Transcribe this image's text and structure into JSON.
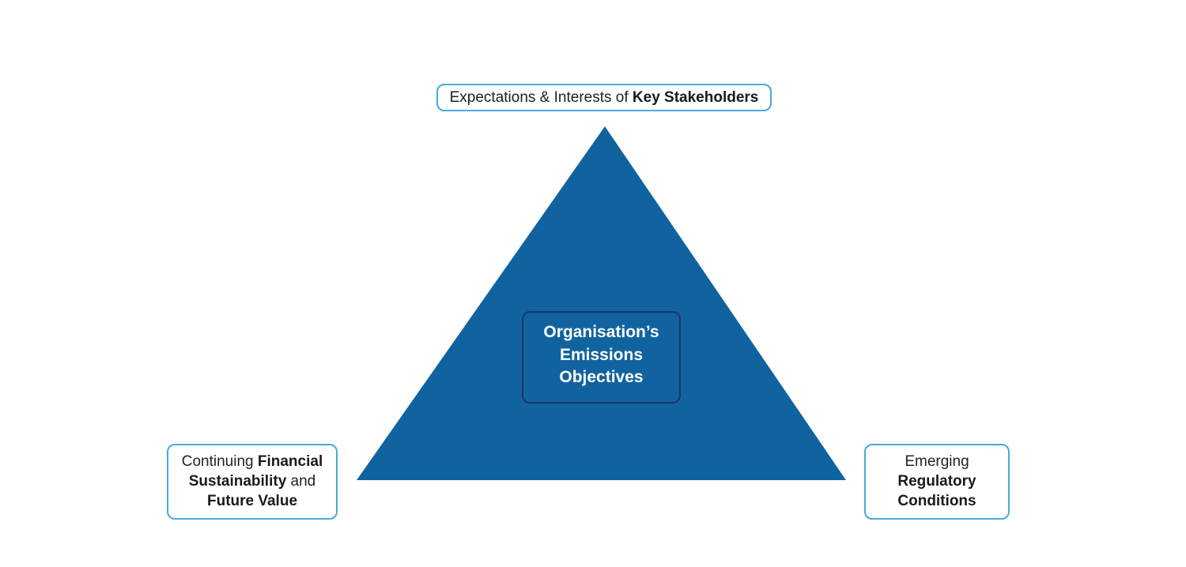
{
  "diagram": {
    "type": "triangle",
    "colors": {
      "triangle_fill": "#11639f",
      "outer_border": "#4aa8dc",
      "center_border": "#1c3569",
      "center_text": "#ffffff"
    },
    "center": {
      "lines": [
        "Organisation’s",
        "Emissions",
        "Objectives"
      ]
    },
    "top": {
      "light1": "Expectations & Interests of ",
      "bold1": "Key Stakeholders"
    },
    "left": {
      "light1": "Continuing ",
      "bold1": "Financial",
      "bold2": "Sustainability",
      "light2": " and",
      "bold3": "Future Value"
    },
    "right": {
      "light1": "Emerging",
      "bold1": "Regulatory",
      "bold2": "Conditions"
    }
  }
}
